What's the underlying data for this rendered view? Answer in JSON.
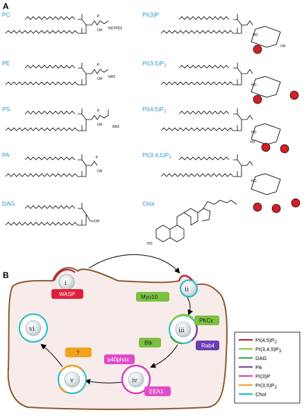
{
  "panel_a": {
    "label": "A",
    "lipids_left": [
      "PC",
      "PE",
      "PS",
      "PA",
      "DAG"
    ],
    "lipids_right": [
      {
        "base": "PI(3)P",
        "sub": ""
      },
      {
        "base": "PI(3,5)P",
        "sub": "2"
      },
      {
        "base": "PI(4,5)P",
        "sub": "2"
      },
      {
        "base": "PI(3,4,5)P",
        "sub": "3"
      },
      {
        "base": "Chol",
        "sub": ""
      }
    ],
    "atoms": {
      "O": "O",
      "P": "P",
      "OH": "OH",
      "HO": "HO",
      "N": "N(CH3)3",
      "NH3": "NH3",
      "NH": "NH2"
    }
  },
  "panel_b": {
    "label": "B",
    "vesicles": [
      "i",
      "ii",
      "iii",
      "iv",
      "v",
      "vi"
    ],
    "proteins": {
      "wasp": "WASP",
      "myo10": "Myo10",
      "pkce": "PKCε",
      "btk": "Btk",
      "rab": "Rab4",
      "p40": "p40phox",
      "eea1": "EEA1",
      "unknown": "?"
    },
    "legend": [
      {
        "base": "PI(4,5)P",
        "sub": "2",
        "color": "#c8102e"
      },
      {
        "base": "PI(3,4,5)P",
        "sub": "3",
        "color": "#8dc63f"
      },
      {
        "base": "DAG",
        "sub": "",
        "color": "#2aa84a"
      },
      {
        "base": "PA",
        "sub": "",
        "color": "#7b3fa0"
      },
      {
        "base": "PI(3)P",
        "sub": "",
        "color": "#d83bc5"
      },
      {
        "base": "PI(3,5)P",
        "sub": "2",
        "color": "#f0a020"
      },
      {
        "base": "Chol",
        "sub": "",
        "color": "#22b8c8"
      }
    ]
  }
}
